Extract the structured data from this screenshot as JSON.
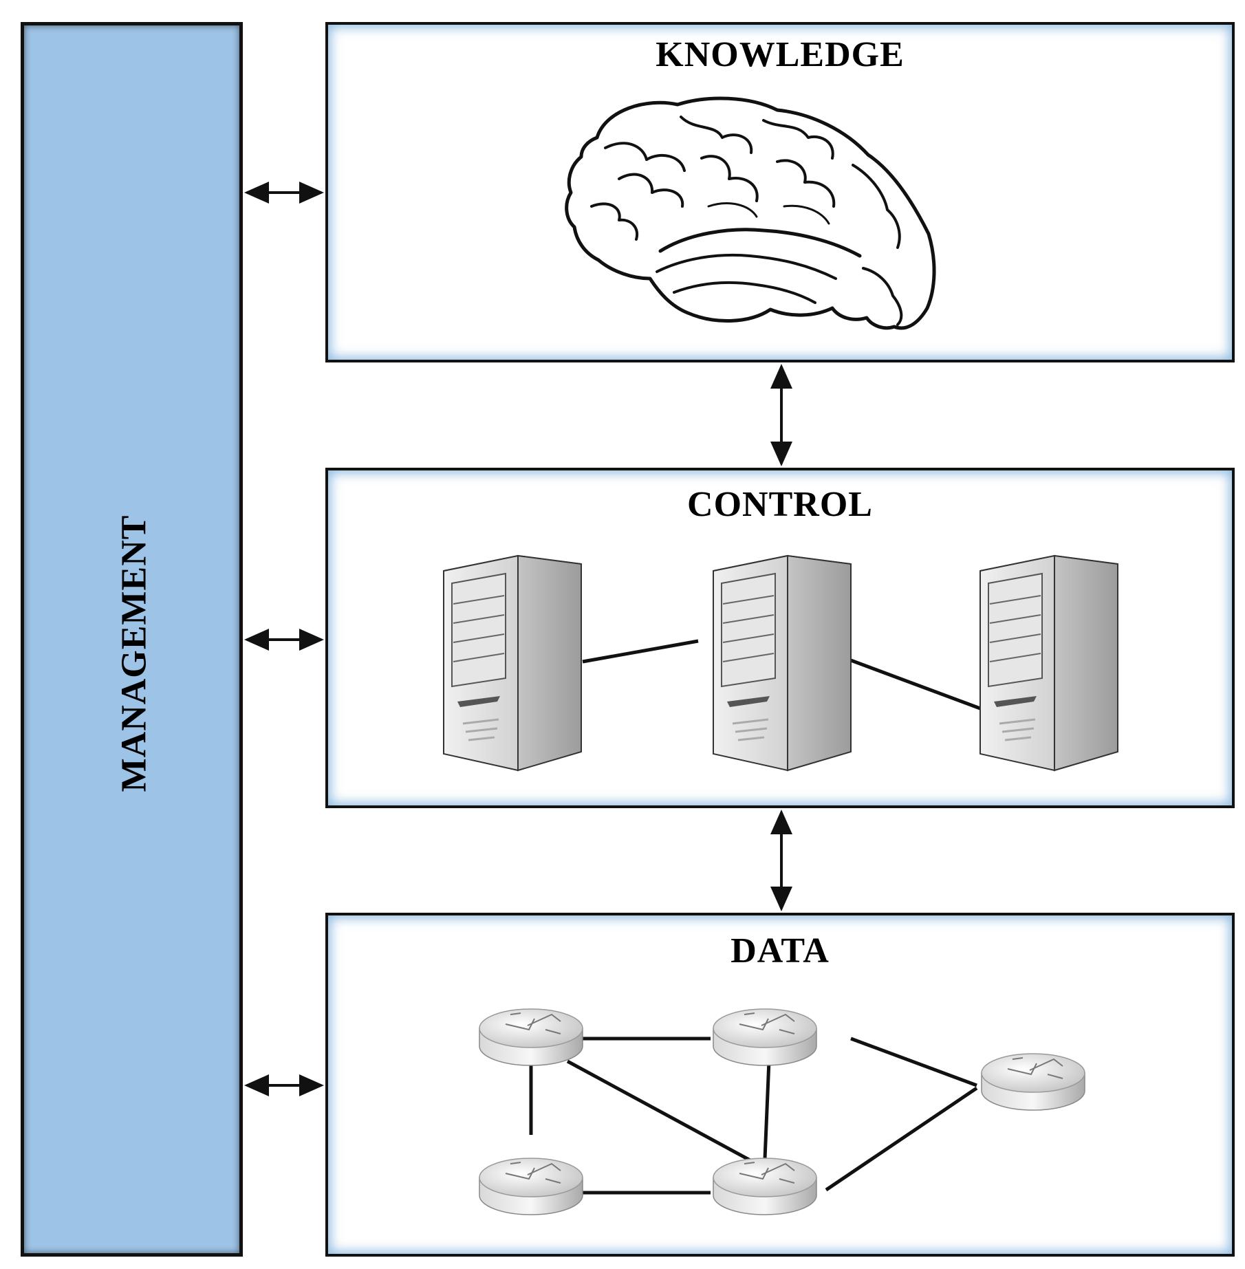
{
  "management": {
    "label": "MANAGEMENT",
    "color": "#9dc3e6"
  },
  "planes": {
    "knowledge": {
      "title": "KNOWLEDGE",
      "icon": "brain-icon"
    },
    "control": {
      "title": "CONTROL",
      "icon": "server-icon",
      "server_count": 3
    },
    "data": {
      "title": "DATA",
      "icon": "router-icon",
      "router_count": 5
    }
  },
  "colors": {
    "plane_glow": "#6ea5d7",
    "border": "#111111"
  }
}
